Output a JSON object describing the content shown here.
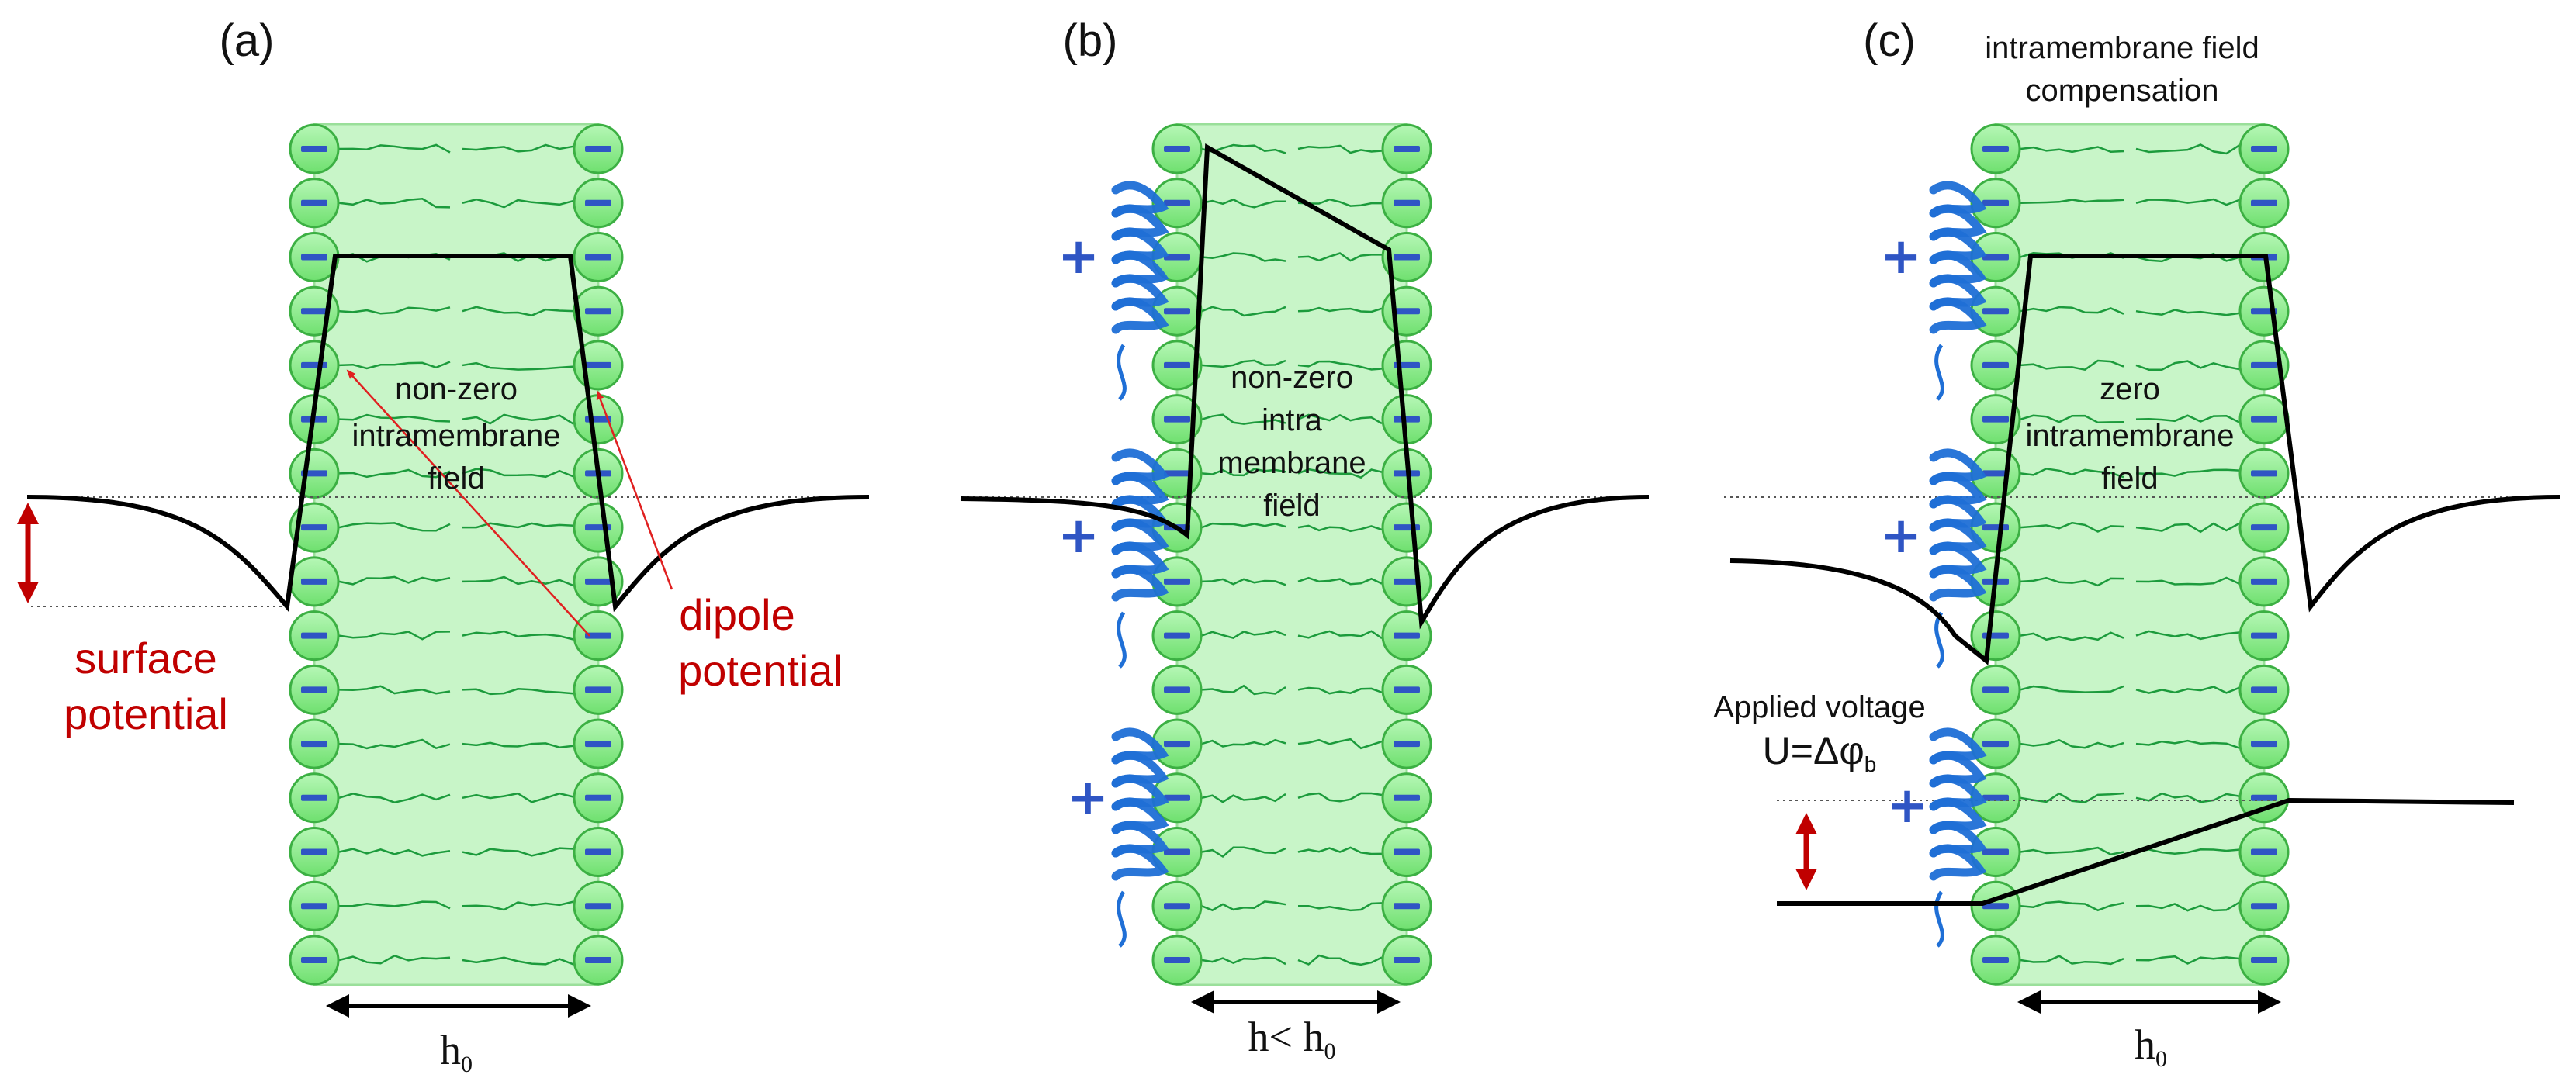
{
  "panels": [
    {
      "label": "(a)",
      "center_text": [
        "non-zero",
        "intramembrane",
        "field"
      ],
      "width_label": "h",
      "width_sub": "0",
      "width_prefix": ""
    },
    {
      "label": "(b)",
      "center_text": [
        "non-zero",
        "intra",
        "membrane",
        "field"
      ],
      "width_label": "h< h",
      "width_sub": "0",
      "width_prefix": ""
    },
    {
      "label": "(c)",
      "center_text": [
        "zero",
        "intramembrane",
        "field"
      ],
      "width_label": "h",
      "width_sub": "0",
      "width_prefix": ""
    }
  ],
  "annotations": {
    "surface_potential": [
      "surface",
      "potential"
    ],
    "dipole_potential": [
      "dipole",
      "potential"
    ],
    "field_compensation": [
      "intramembrane field",
      "compensation"
    ],
    "applied_voltage": "Applied voltage",
    "voltage_formula": "U=Δφ",
    "voltage_sub": "b"
  },
  "symbols": {
    "minus": "−",
    "plus": "+"
  },
  "colors": {
    "lipid_head": "#8fef8f",
    "lipid_head_stroke": "#3cb043",
    "membrane_core": "#c8f5c8",
    "charge": "#2f55c4",
    "peptide": "#1f6fd6",
    "arrow_red": "#c00000",
    "profile": "#000000"
  }
}
